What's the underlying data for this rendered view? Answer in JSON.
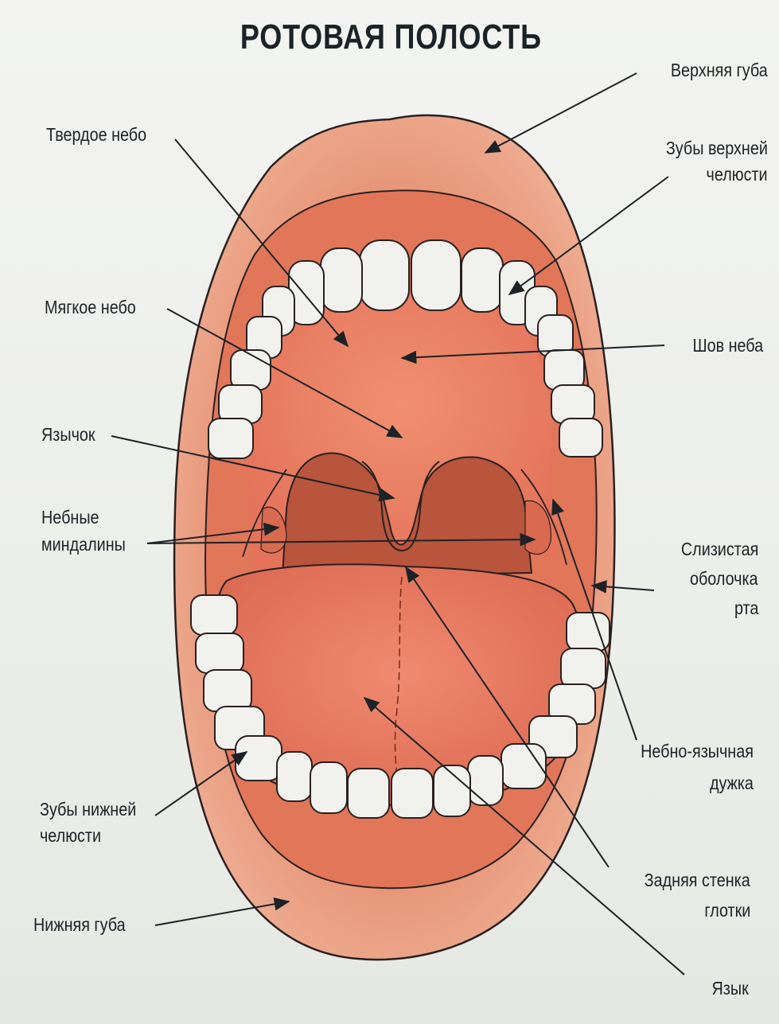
{
  "title": "РОТОВАЯ ПОЛОСТЬ",
  "labels": {
    "upper_lip": "Верхняя губа",
    "upper_teeth_1": "Зубы верхней",
    "upper_teeth_2": "челюсти",
    "hard_palate": "Твердое небо",
    "soft_palate": "Мягкое небо",
    "palate_suture": "Шов неба",
    "uvula": "Язычок",
    "tonsils_1": "Небные",
    "tonsils_2": "миндалины",
    "mucosa_1": "Слизистая",
    "mucosa_2": "оболочка",
    "mucosa_3": "рта",
    "palatoglossal_1": "Небно-язычная",
    "palatoglossal_2": "дужка",
    "lower_teeth_1": "Зубы нижней",
    "lower_teeth_2": "челюсти",
    "pharynx_wall_1": "Задняя стенка",
    "pharynx_wall_2": "глотки",
    "lower_lip": "Нижняя губа",
    "tongue": "Язык"
  },
  "colors": {
    "lip": "#e89a78",
    "mucosa": "#e2775a",
    "palate": "#ec8466",
    "throat": "#b8553c",
    "tongue": "#e8826a",
    "teeth": "#f1f2ee",
    "outline": "#2a2020"
  }
}
